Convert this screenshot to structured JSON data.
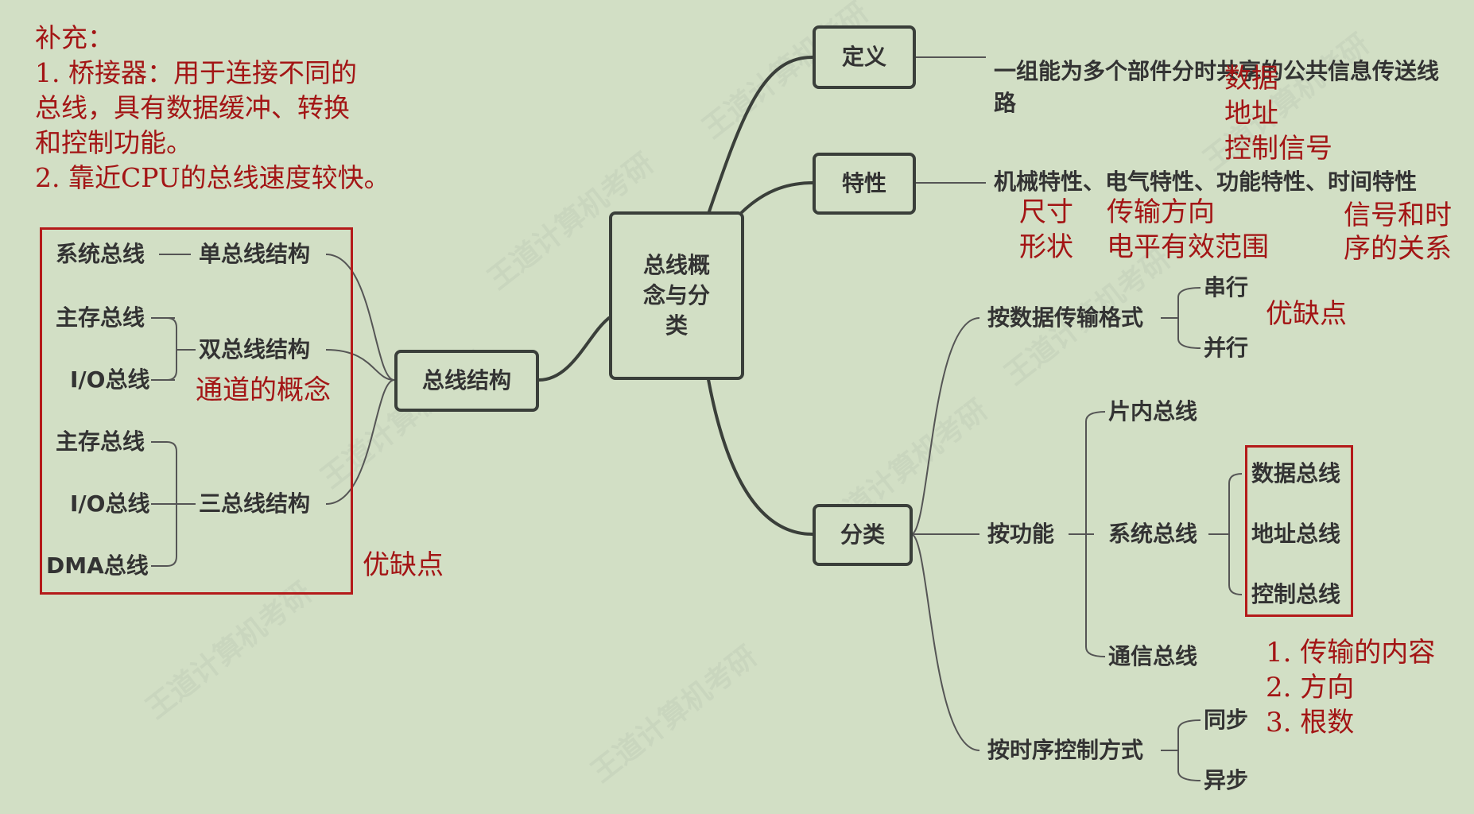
{
  "watermark": "王道计算机考研",
  "supplement": {
    "line1": "补充：",
    "line2": "1. 桥接器：用于连接不同的",
    "line3": "总线，具有数据缓冲、转换",
    "line4": "和控制功能。",
    "line5": "2. 靠近CPU的总线速度较快。"
  },
  "center": {
    "title": "总线概念与分类"
  },
  "definition": {
    "label": "定义",
    "text": "一组能为多个部件分时共享的公共信息传送线路",
    "note_data": "数据",
    "note_address": "地址",
    "note_control": "控制信号"
  },
  "property": {
    "label": "特性",
    "text": "机械特性、电气特性、功能特性、时间特性",
    "note_mech1": "尺寸",
    "note_mech2": "形状",
    "note_elec1": "传输方向",
    "note_elec2": "电平有效范围",
    "note_time1": "信号和时",
    "note_time2": "序的关系"
  },
  "structure": {
    "label": "总线结构",
    "single": {
      "label": "单总线结构",
      "bus": "系统总线"
    },
    "dual": {
      "label": "双总线结构",
      "buses": [
        "主存总线",
        "I/O总线"
      ],
      "note": "通道的概念"
    },
    "triple": {
      "label": "三总线结构",
      "buses": [
        "主存总线",
        "I/O总线",
        "DMA总线"
      ]
    },
    "note": "优缺点"
  },
  "classification": {
    "label": "分类",
    "by_format": {
      "label": "按数据传输格式",
      "items": [
        "串行",
        "并行"
      ],
      "note": "优缺点"
    },
    "by_function": {
      "label": "按功能",
      "onchip": "片内总线",
      "system": "系统总线",
      "system_items": [
        "数据总线",
        "地址总线",
        "控制总线"
      ],
      "comm": "通信总线",
      "notes": [
        "1. 传输的内容",
        "2. 方向",
        "3. 根数"
      ]
    },
    "by_timing": {
      "label": "按时序控制方式",
      "items": [
        "同步",
        "异步"
      ]
    }
  }
}
